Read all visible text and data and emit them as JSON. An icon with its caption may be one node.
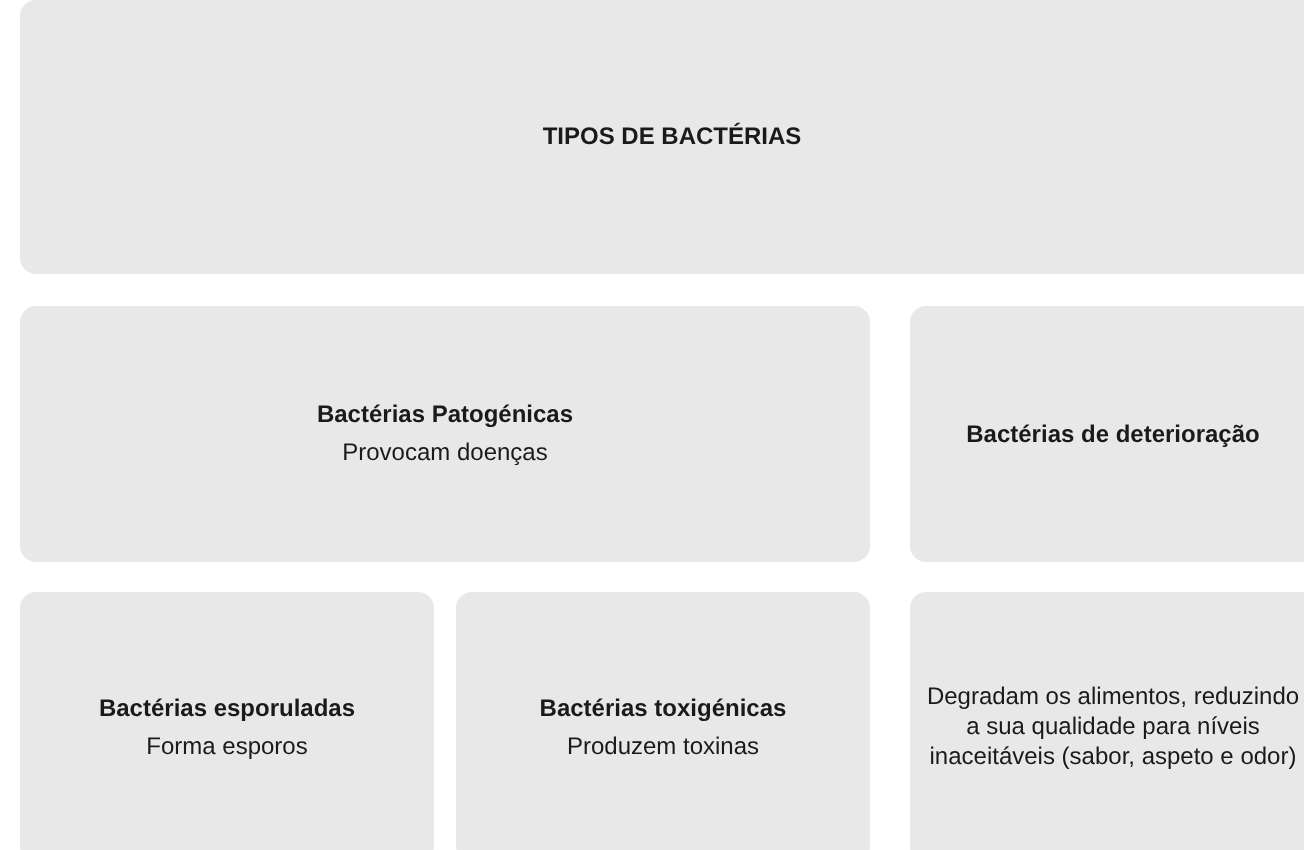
{
  "diagram": {
    "nodes": [
      {
        "text": [
          "TIPOS DE BACTÉRIAS"
        ]
      },
      {
        "text": [
          "Bactérias Patogénicas",
          "Provocam doenças"
        ]
      },
      {
        "text": [
          "Bactérias de deterioração"
        ]
      },
      {
        "text": [
          "Bactérias esporuladas",
          "Forma esporos"
        ]
      },
      {
        "text": [
          "Bactérias toxigénicas",
          "Produzem toxinas"
        ]
      },
      {
        "text": [
          "Degradam os alimentos, reduzindo a sua qualidade para níveis inaceitáveis (sabor, aspeto e odor)"
        ]
      }
    ]
  }
}
